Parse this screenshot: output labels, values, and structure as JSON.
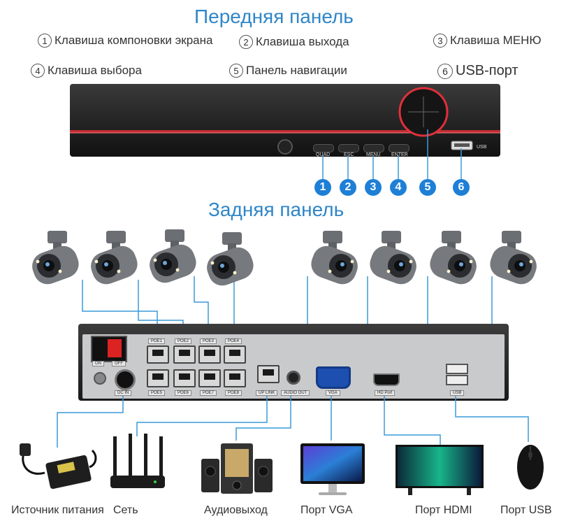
{
  "front": {
    "title": "Передняя панель",
    "labels": [
      {
        "num": "1",
        "text": "Клавиша компоновки экрана"
      },
      {
        "num": "2",
        "text": "Клавиша выхода"
      },
      {
        "num": "3",
        "text": "Клавиша МЕНЮ"
      },
      {
        "num": "4",
        "text": "Клавиша выбора"
      },
      {
        "num": "5",
        "text": "Панель навигации"
      },
      {
        "num": "6",
        "text": "USB-порт"
      }
    ],
    "buttons": [
      "QUAD",
      "ESC",
      "MENU",
      "ENTER"
    ],
    "usb_label": "USB",
    "badges": [
      "1",
      "2",
      "3",
      "4",
      "5",
      "6"
    ]
  },
  "rear": {
    "title": "Задняя панель",
    "switch_on": "ON",
    "switch_off": "OFF",
    "dc_in": "DC IN",
    "poe_top": [
      "POE1",
      "POE2",
      "POE3",
      "POE4"
    ],
    "poe_bottom": [
      "POE5",
      "POE6",
      "POE7",
      "POE8"
    ],
    "uplink": "UP LINK",
    "audio_out": "AUDIO OUT",
    "vga": "VGA",
    "hdmi": "HD Port",
    "usb": "USB"
  },
  "devices": [
    {
      "id": "power",
      "label": "Источник питания"
    },
    {
      "id": "network",
      "label": "Сеть"
    },
    {
      "id": "audio",
      "label": "Аудиовыход"
    },
    {
      "id": "vga",
      "label": "Порт VGA"
    },
    {
      "id": "hdmi",
      "label": "Порт HDMI"
    },
    {
      "id": "usb",
      "label": "Порт USB"
    }
  ],
  "colors": {
    "title": "#2f86c8",
    "badge": "#1e7fd6",
    "wire": "#3a9ad9",
    "accent": "#e0303a"
  }
}
